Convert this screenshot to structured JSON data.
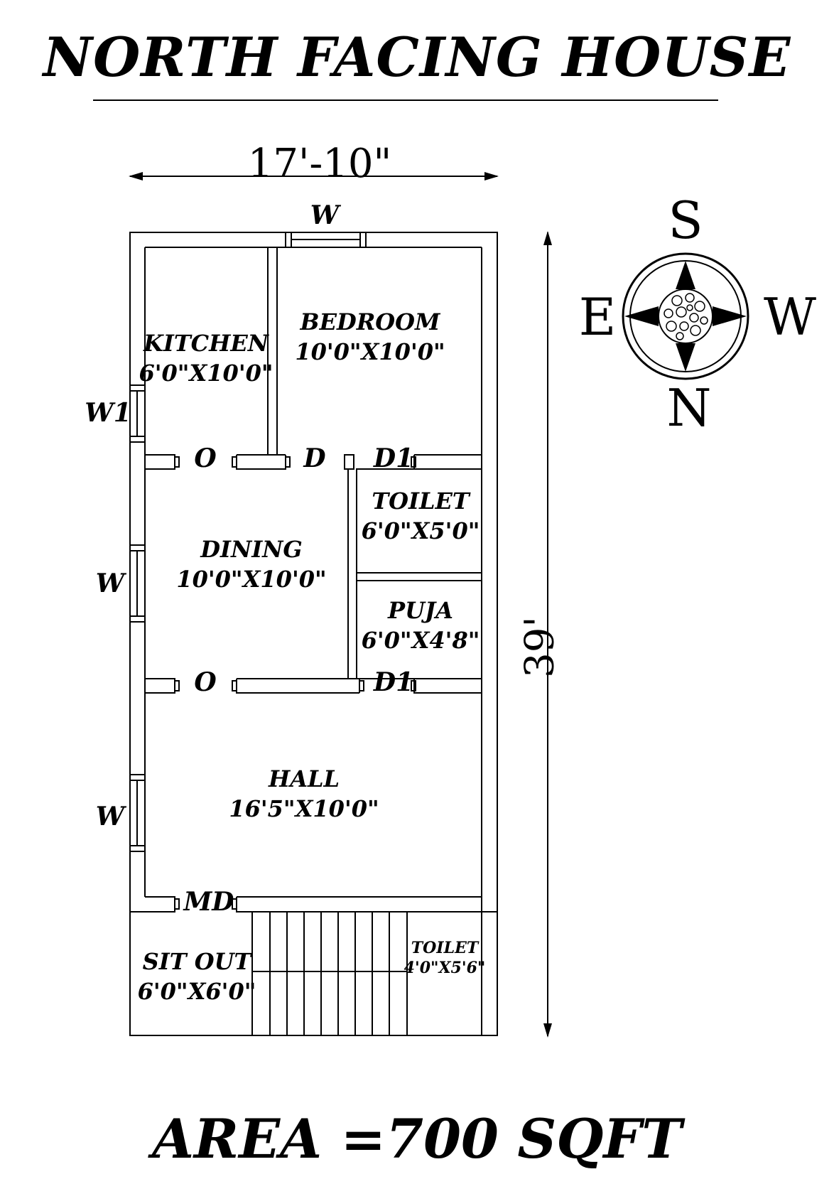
{
  "title": "NORTH FACING HOUSE",
  "dimensions": {
    "width": "17'-10\"",
    "length": "39'"
  },
  "rooms": {
    "kitchen": {
      "name": "KITCHEN",
      "size": "6'0\"X10'0\""
    },
    "bedroom": {
      "name": "BEDROOM",
      "size": "10'0\"X10'0\""
    },
    "toilet_main": {
      "name": "TOILET",
      "size": "6'0\"X5'0\""
    },
    "dining": {
      "name": "DINING",
      "size": "10'0\"X10'0\""
    },
    "puja": {
      "name": "PUJA",
      "size": "6'0\"X4'8\""
    },
    "hall": {
      "name": "HALL",
      "size": "16'5\"X10'0\""
    },
    "sit_out": {
      "name": "SIT OUT",
      "size": "6'0\"X6'0\""
    },
    "toilet_small": {
      "name": "TOILET",
      "size": "4'0\"X5'6\""
    }
  },
  "marks": {
    "window_top": "W",
    "window_w1": "W1",
    "window_dining": "W",
    "window_hall": "W",
    "opening_kitchen": "O",
    "door_bedroom": "D",
    "door_toilet": "D1",
    "opening_hall": "O",
    "door_puja": "D1",
    "main_door": "MD"
  },
  "compass": {
    "top": "S",
    "left": "E",
    "right": "W",
    "bottom": "N"
  },
  "area": "AREA =700 SQFT"
}
